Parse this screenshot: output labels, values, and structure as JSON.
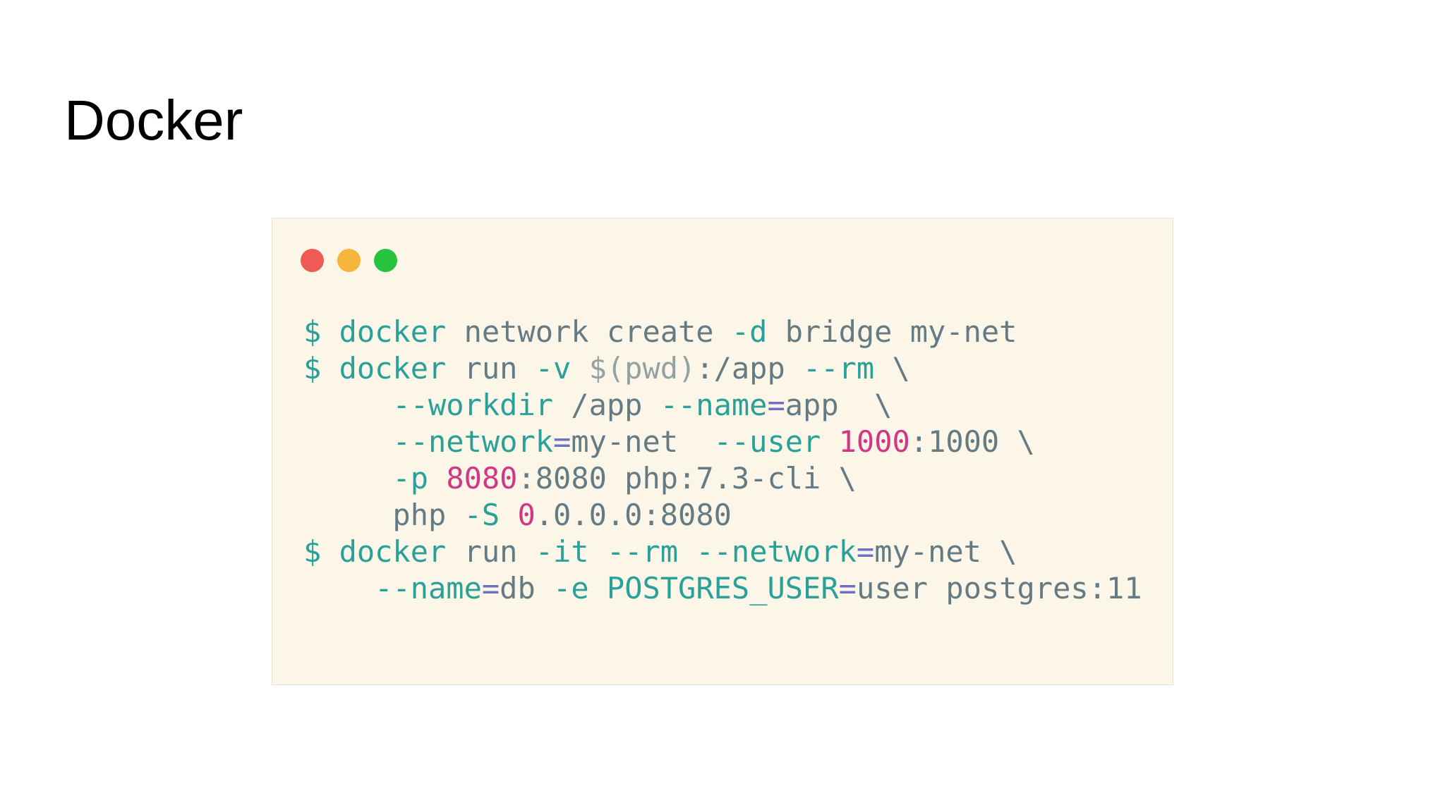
{
  "slide": {
    "title": "Docker"
  },
  "window_controls": {
    "close_color": "#f05a54",
    "minimize_color": "#f6b53b",
    "maximize_color": "#27c33f"
  },
  "colors": {
    "background": "#ffffff",
    "terminal_background": "#fbf6e8",
    "command": "#2aa198",
    "text": "#657b83",
    "number": "#d33682",
    "operator": "#6c71c4",
    "subshell": "#93a1a1"
  },
  "terminal": {
    "lines": [
      [
        {
          "t": "$ docker",
          "c": "p"
        },
        {
          "t": " network create ",
          "c": "t"
        },
        {
          "t": "-d",
          "c": "f"
        },
        {
          "t": " bridge my-net",
          "c": "t"
        }
      ],
      [
        {
          "t": "$ docker",
          "c": "p"
        },
        {
          "t": " run ",
          "c": "t"
        },
        {
          "t": "-v",
          "c": "f"
        },
        {
          "t": " ",
          "c": "t"
        },
        {
          "t": "$(pwd)",
          "c": "v"
        },
        {
          "t": ":/app ",
          "c": "t"
        },
        {
          "t": "--rm",
          "c": "f"
        },
        {
          "t": " \\",
          "c": "t"
        }
      ],
      [
        {
          "t": "     ",
          "c": "t"
        },
        {
          "t": "--workdir",
          "c": "f"
        },
        {
          "t": " /app ",
          "c": "t"
        },
        {
          "t": "--name",
          "c": "f"
        },
        {
          "t": "=",
          "c": "o"
        },
        {
          "t": "app  \\",
          "c": "t"
        }
      ],
      [
        {
          "t": "     ",
          "c": "t"
        },
        {
          "t": "--network",
          "c": "f"
        },
        {
          "t": "=",
          "c": "o"
        },
        {
          "t": "my-net  ",
          "c": "t"
        },
        {
          "t": "--user",
          "c": "f"
        },
        {
          "t": " ",
          "c": "t"
        },
        {
          "t": "1000",
          "c": "n"
        },
        {
          "t": ":1000 \\",
          "c": "t"
        }
      ],
      [
        {
          "t": "     ",
          "c": "t"
        },
        {
          "t": "-p",
          "c": "f"
        },
        {
          "t": " ",
          "c": "t"
        },
        {
          "t": "8080",
          "c": "n"
        },
        {
          "t": ":8080 php:7.3-cli \\",
          "c": "t"
        }
      ],
      [
        {
          "t": "     php ",
          "c": "t"
        },
        {
          "t": "-S",
          "c": "f"
        },
        {
          "t": " ",
          "c": "t"
        },
        {
          "t": "0",
          "c": "n"
        },
        {
          "t": ".0.0.0:8080",
          "c": "t"
        }
      ],
      [
        {
          "t": "$ docker",
          "c": "p"
        },
        {
          "t": " run ",
          "c": "t"
        },
        {
          "t": "-it",
          "c": "f"
        },
        {
          "t": " ",
          "c": "t"
        },
        {
          "t": "--rm",
          "c": "f"
        },
        {
          "t": " ",
          "c": "t"
        },
        {
          "t": "--network",
          "c": "f"
        },
        {
          "t": "=",
          "c": "o"
        },
        {
          "t": "my-net \\",
          "c": "t"
        }
      ],
      [
        {
          "t": "    ",
          "c": "t"
        },
        {
          "t": "--name",
          "c": "f"
        },
        {
          "t": "=",
          "c": "o"
        },
        {
          "t": "db ",
          "c": "t"
        },
        {
          "t": "-e",
          "c": "f"
        },
        {
          "t": " ",
          "c": "t"
        },
        {
          "t": "POSTGRES_USER",
          "c": "p"
        },
        {
          "t": "=",
          "c": "o"
        },
        {
          "t": "user postgres:11",
          "c": "t"
        }
      ]
    ]
  }
}
